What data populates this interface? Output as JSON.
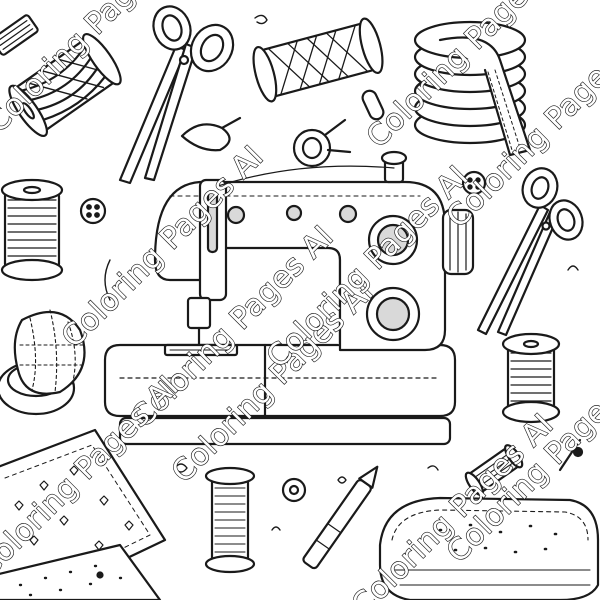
{
  "image": {
    "subject": "sewing-themed coloring page",
    "style": "black-and-white line art",
    "ink_color": "#1a1a1a",
    "paper_color": "#ffffff",
    "shade_color": "#d9d9d9"
  },
  "watermark": {
    "text": "Coloring Pages AI"
  }
}
